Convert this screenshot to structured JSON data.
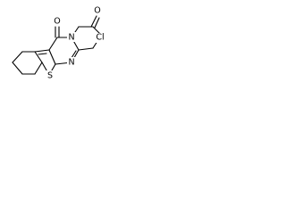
{
  "molecule": {
    "bond_color": "#000000",
    "background_color": "#ffffff",
    "atoms": {
      "carbonyl_oxygen": "O",
      "ketone_oxygen": "O",
      "ring_nitrogen_top": "N",
      "ring_nitrogen_bottom": "N",
      "chloro": "Cl",
      "sulfur": "S"
    }
  }
}
